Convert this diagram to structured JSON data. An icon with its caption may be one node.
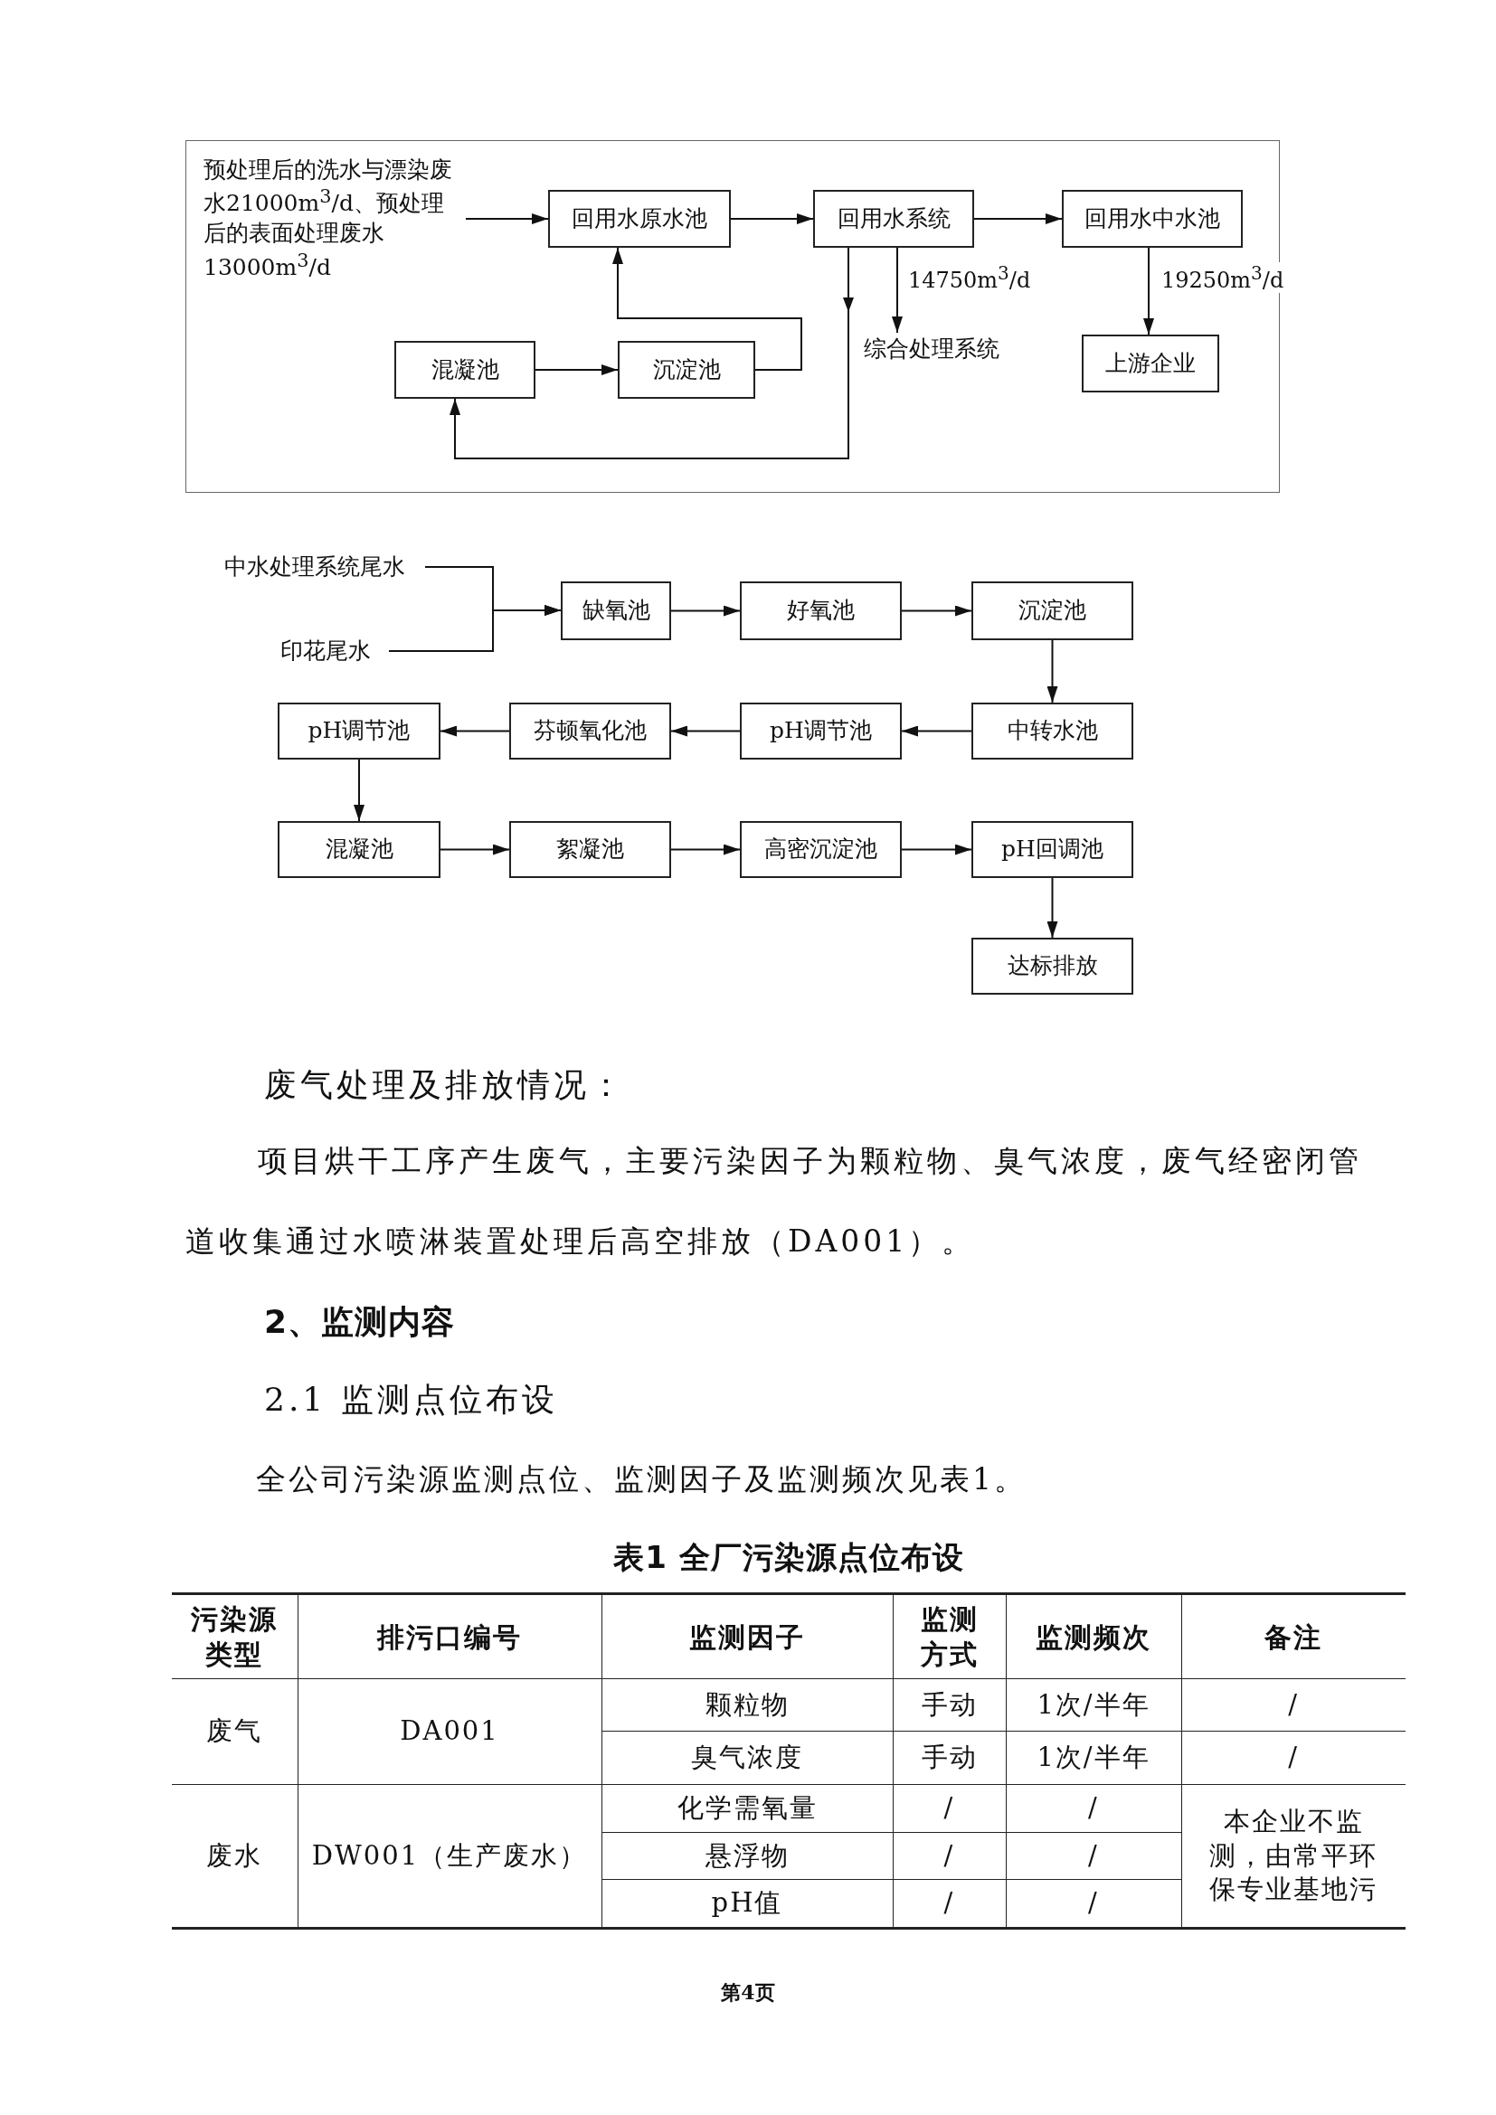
{
  "diagram": {
    "nodes": [
      {
        "text": [
          "预处理后的洗水与漂染废水21000m$^{3}$/d、预处理后的表面处理废水13000m$^{3}$/d"
        ]
      },
      {
        "text": [
          "回用水原水池"
        ]
      },
      {
        "text": [
          "回用水系统"
        ]
      },
      {
        "text": [
          "回用水中水池"
        ]
      },
      {
        "text": [
          "综合处理系统"
        ]
      },
      {
        "text": [
          "上游企业"
        ]
      },
      {
        "text": [
          "混凝池"
        ]
      },
      {
        "text": [
          "沉淀池"
        ]
      },
      {
        "text": [
          "中水处理系统尾水"
        ]
      },
      {
        "text": [
          "印花尾水"
        ]
      },
      {
        "text": [
          "缺氧池"
        ]
      },
      {
        "text": [
          "好氧池"
        ]
      },
      {
        "text": [
          "沉淀池"
        ]
      },
      {
        "text": [
          "pH调节池"
        ]
      },
      {
        "text": [
          "芬顿氧化池"
        ]
      },
      {
        "text": [
          "pH调节池"
        ]
      },
      {
        "text": [
          "中转水池"
        ]
      },
      {
        "text": [
          "混凝池"
        ]
      },
      {
        "text": [
          "絮凝池"
        ]
      },
      {
        "text": [
          "高密沉淀池"
        ]
      },
      {
        "text": [
          "pH回调池"
        ]
      },
      {
        "text": [
          "达标排放"
        ]
      }
    ],
    "edges": [
      {
        "from": 0,
        "to": 1,
        "arrow": "to"
      },
      {
        "from": 1,
        "to": 2,
        "arrow": "to"
      },
      {
        "from": 2,
        "to": 3,
        "arrow": "to"
      },
      {
        "from": 2,
        "to": 4,
        "arrow": "to",
        "label": "14750m$^{3}$/d"
      },
      {
        "from": 3,
        "to": 5,
        "arrow": "to",
        "label": "19250m$^{3}$/d"
      },
      {
        "from": 2,
        "to": 6,
        "arrow": "to"
      },
      {
        "from": 6,
        "to": 7,
        "arrow": "to"
      },
      {
        "from": 7,
        "to": 1,
        "arrow": "to"
      },
      {
        "from": 8,
        "to": 10,
        "arrow": "to"
      },
      {
        "from": 9,
        "to": 10,
        "arrow": "to"
      },
      {
        "from": 10,
        "to": 11,
        "arrow": "to"
      },
      {
        "from": 11,
        "to": 12,
        "arrow": "to"
      },
      {
        "from": 12,
        "to": 16,
        "arrow": "to"
      },
      {
        "from": 16,
        "to": 15,
        "arrow": "to"
      },
      {
        "from": 15,
        "to": 14,
        "arrow": "to"
      },
      {
        "from": 14,
        "to": 13,
        "arrow": "to"
      },
      {
        "from": 13,
        "to": 17,
        "arrow": "to"
      },
      {
        "from": 17,
        "to": 18,
        "arrow": "to"
      },
      {
        "from": 18,
        "to": 19,
        "arrow": "to"
      },
      {
        "from": 19,
        "to": 20,
        "arrow": "to"
      },
      {
        "from": 20,
        "to": 21,
        "arrow": "to"
      }
    ],
    "labels": [
      "废气处理及排放情况：",
      "项目烘干工序产生废气，主要污染因子为颗粒物、臭气浓度，废气经密闭管道收集通过水喷淋装置处理后高空排放（DA001）。",
      "2、监测内容",
      "2.1 监测点位布设",
      "全公司污染源监测点位、监测因子及监测频次见表1。",
      "表1 全厂污染源点位布设",
      "污染源类型",
      "排污口编号",
      "监测因子",
      "监测方式",
      "监测频次",
      "备注",
      "废气",
      "DA001",
      "颗粒物",
      "手动",
      "1次/半年",
      "/",
      "臭气浓度",
      "手动",
      "1次/半年",
      "/",
      "废水",
      "DW001（生产废水）",
      "化学需氧量",
      "/",
      "/",
      "本企业不监测，由常平环保专业基地污",
      "悬浮物",
      "/",
      "/",
      "pH值",
      "/",
      "/",
      "第4页"
    ]
  }
}
